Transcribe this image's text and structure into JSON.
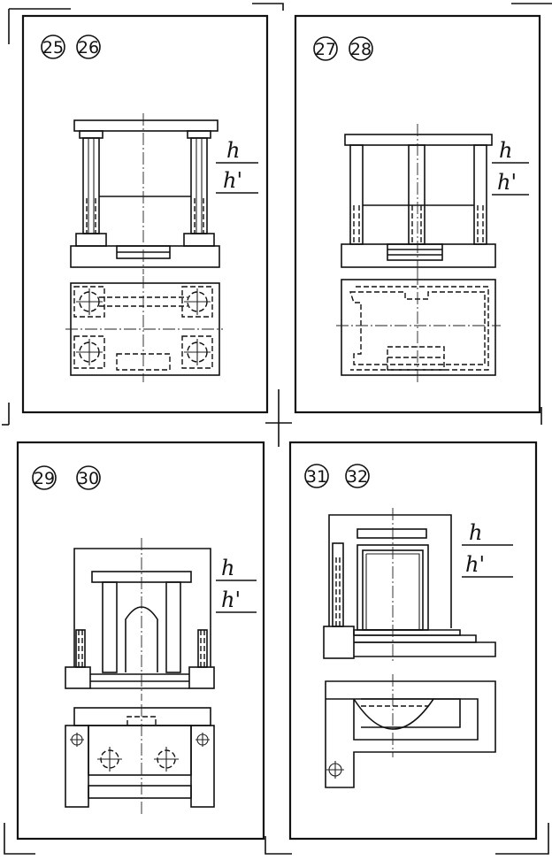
{
  "panels": [
    {
      "labels": [
        "25",
        "26"
      ],
      "h": "h",
      "h_prime": "h'"
    },
    {
      "labels": [
        "27",
        "28"
      ],
      "h": "h",
      "h_prime": "h'"
    },
    {
      "labels": [
        "29",
        "30"
      ],
      "h": "h",
      "h_prime": "h'"
    },
    {
      "labels": [
        "31",
        "32"
      ],
      "h": "h",
      "h_prime": "h'"
    }
  ]
}
